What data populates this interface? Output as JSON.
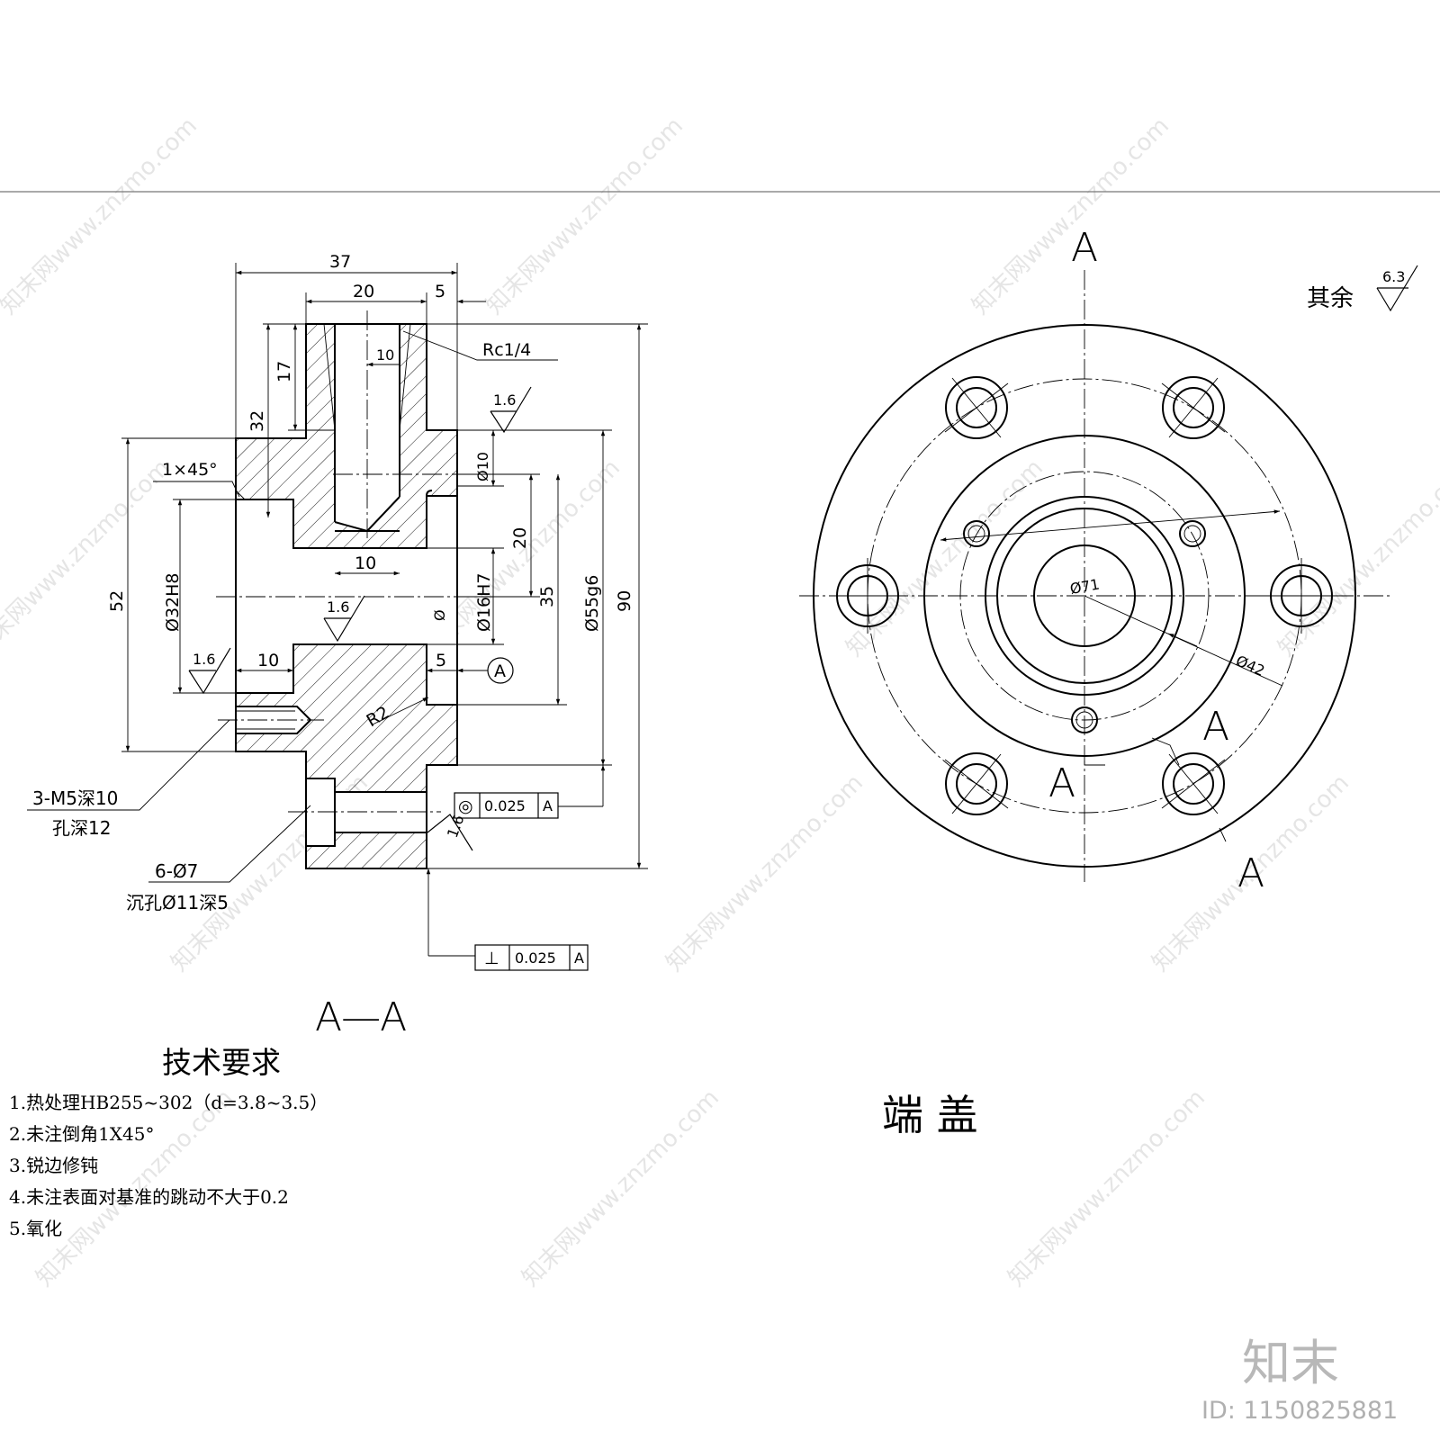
{
  "drawing": {
    "section_label": "A—A",
    "part_name": "端  盖",
    "surface_default": {
      "label": "其余",
      "roughness": "6.3"
    },
    "section_dims": {
      "d37": "37",
      "d20": "20",
      "d5_top": "5",
      "d10_top": "10",
      "rc": "Rc1/4",
      "d17": "17",
      "d32": "32",
      "chamfer": "1×45°",
      "d52": "52",
      "d32h8": "Ø32H8",
      "d10_left": "10",
      "d10_mid": "10",
      "d10_phi": "Ø10",
      "d20_v": "20",
      "d35": "35",
      "d16h7": "Ø16H7",
      "d55g6": "Ø55g6",
      "d90": "90",
      "d5_mid": "5",
      "r2": "R2",
      "datum": "A",
      "phi_small": "Ø",
      "thread_note1": "3-M5深10",
      "thread_note2": "孔深12",
      "hole_note1": "6-Ø7",
      "hole_note2": "沉孔Ø11深5",
      "rough_16": "1.6"
    },
    "tolerance_frames": [
      {
        "symbol": "◎",
        "value": "0.025",
        "datum": "A"
      },
      {
        "symbol": "⊥",
        "value": "0.025",
        "datum": "A"
      }
    ],
    "end_view": {
      "cut_label": "A",
      "d71": "Ø71",
      "d42": "Ø42"
    }
  },
  "requirements": {
    "heading": "技术要求",
    "items": [
      "1.热处理HB255~302（d=3.8~3.5）",
      "2.未注倒角1X45°",
      "3.锐边修钝",
      "4.未注表面对基准的跳动不大于0.2",
      "5.氧化"
    ]
  },
  "watermark": {
    "site": "知末网www.znzmo.com",
    "brand": "知末",
    "id": "ID: 1150825881"
  }
}
